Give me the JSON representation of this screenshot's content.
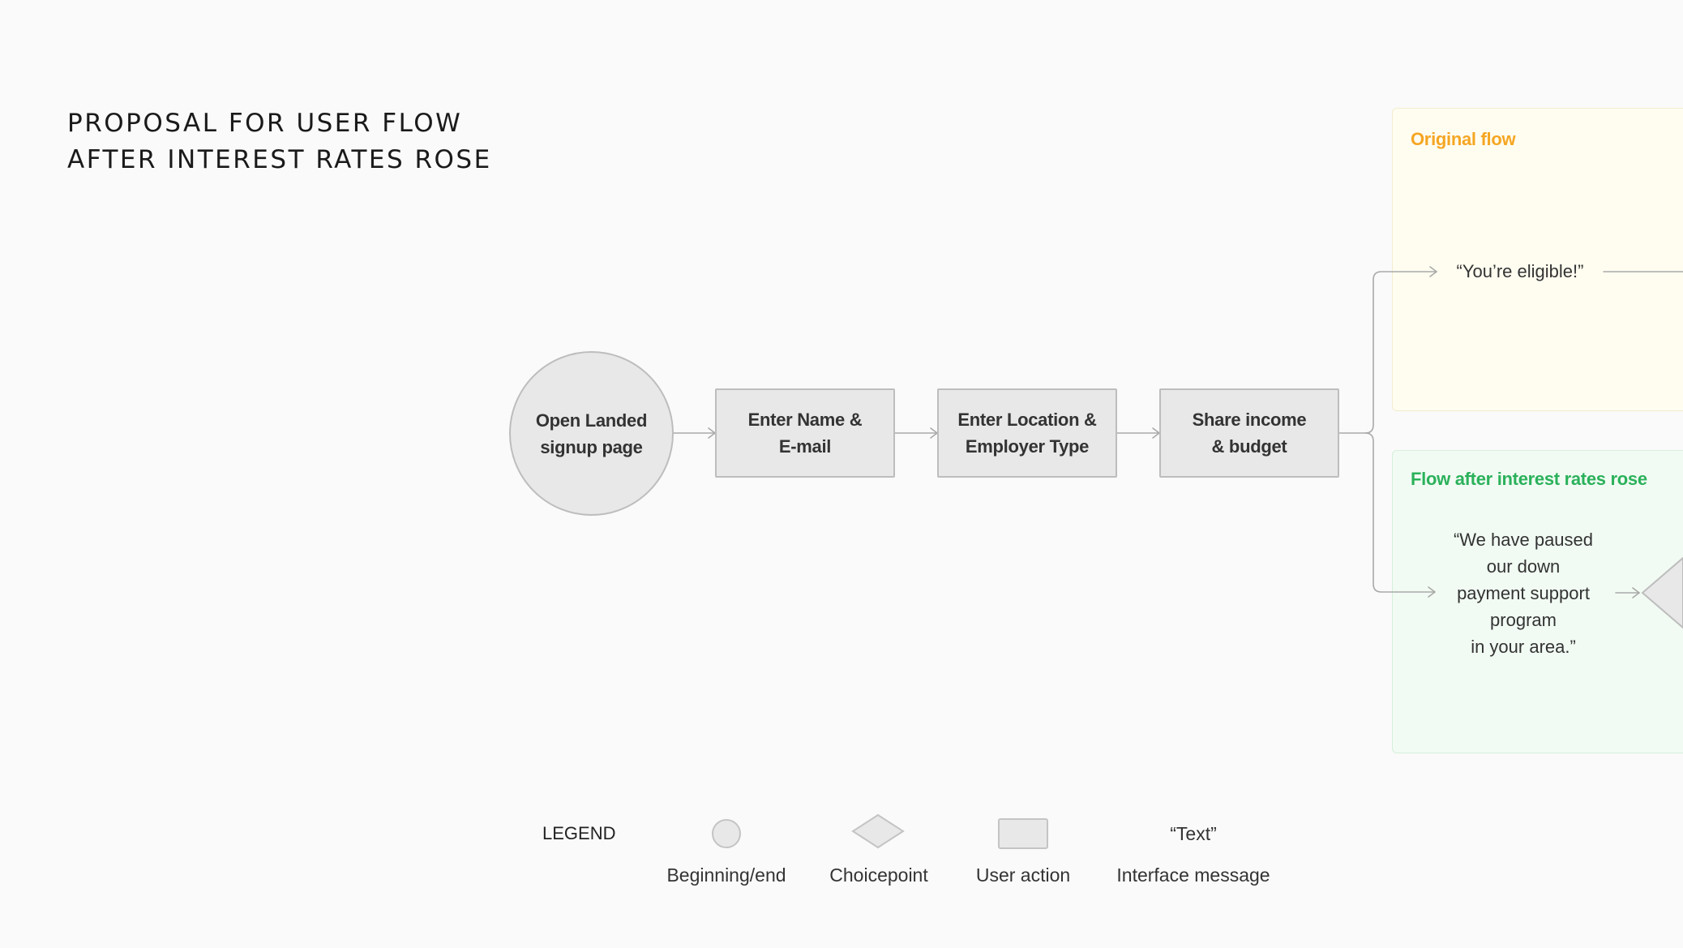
{
  "title": {
    "line1": "PROPOSAL FOR USER FLOW",
    "line2": "AFTER INTEREST RATES ROSE"
  },
  "steps": [
    {
      "label": "Open Landed\nsignup page",
      "shape": "circle"
    },
    {
      "label": "Enter Name &\nE-mail",
      "shape": "rect"
    },
    {
      "label": "Enter Location &\nEmployer Type",
      "shape": "rect"
    },
    {
      "label": "Share income\n& budget",
      "shape": "rect"
    }
  ],
  "branches": {
    "original": {
      "label": "Original flow",
      "message": "“You’re eligible!”",
      "color": "#f5a623"
    },
    "new": {
      "label": "Flow after interest rates rose",
      "message": "“We have paused\nour down\npayment support\nprogram\nin your area.”",
      "color": "#2bb15b"
    }
  },
  "legend": {
    "title": "LEGEND",
    "items": [
      {
        "shape": "circle",
        "label": "Beginning/end"
      },
      {
        "shape": "diamond",
        "label": "Choicepoint"
      },
      {
        "shape": "rect",
        "label": "User action"
      },
      {
        "shape": "text",
        "sample": "“Text”",
        "label": "Interface message"
      }
    ]
  }
}
